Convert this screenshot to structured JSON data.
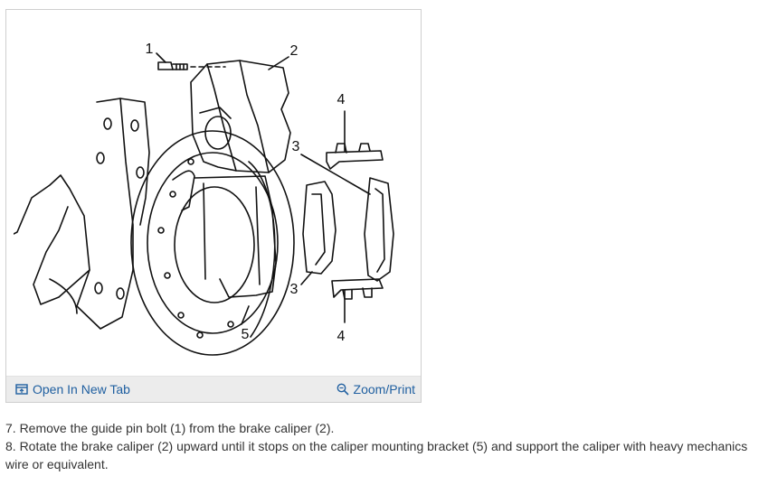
{
  "figure": {
    "callouts": [
      "1",
      "2",
      "3",
      "3",
      "4",
      "4",
      "5"
    ],
    "toolbar": {
      "open_label": "Open In New Tab",
      "zoom_label": "Zoom/Print",
      "open_icon": "open-new-tab-icon",
      "zoom_icon": "magnifier-icon",
      "link_color": "#1f5fa0"
    }
  },
  "steps": [
    "7. Remove the guide pin bolt (1) from the brake caliper (2).",
    "8. Rotate the brake caliper (2) upward until it stops on the caliper mounting bracket (5) and support the caliper with heavy mechanics wire or equivalent."
  ]
}
